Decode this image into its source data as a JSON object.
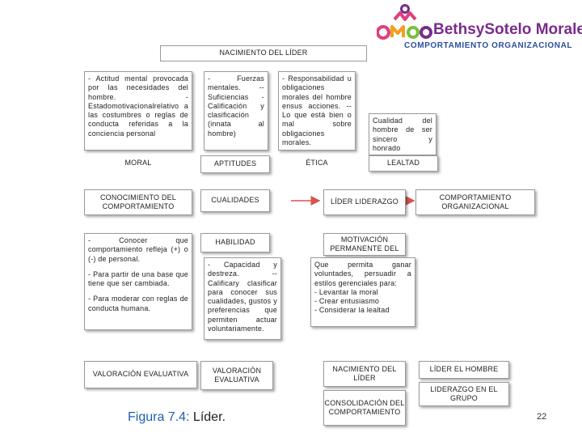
{
  "brand": {
    "name_part1": "Bethsy",
    "name_part2": "Sotelo Morales",
    "subtitle": "COMPORTAMIENTO ORGANIZACIONAL",
    "colors": {
      "purple": "#7a2b8c",
      "pink": "#e0407a",
      "orange": "#f0a020",
      "green": "#7bbf3a",
      "blue": "#2a4ea0"
    }
  },
  "diagram": {
    "title": "NACIMIENTO DEL LÍDER",
    "col1": {
      "desc": "- Actitud mental provocada por las necesidades del hombre. - Estadomotivacionalrelativo a las costumbres o reglas de conducta referidas a la conciencia personal",
      "moral": "MORAL",
      "conocimiento": "CONOCIMIENTO DEL COMPORTAMIENTO",
      "list_item1": "- Conocer que comportamiento refleja (+) o (-) de personal.",
      "list_item2": "- Para partir de una base que tiene que ser cambiada.",
      "list_item3": "- Para moderar con reglas de conducta humana.",
      "valoracion": "VALORACIÓN EVALUATIVA"
    },
    "col2": {
      "desc": "- Fuerzas mentales. --Suficiencias - Calificación y clasificación (innata al hombre)",
      "aptitudes": "APTITUDES",
      "cualidades": "CUALIDADES",
      "habilidad": "HABILIDAD",
      "habilidad_desc": "- Capacidad y destreza. --Calificary clasificar para conocer sus cualidades, gustos y preferencias que permiten actuar voluntariamente.",
      "valoracion": "VALORACIÓN EVALUATIVA"
    },
    "col3": {
      "desc": "- Responsabilidad u obligaciones morales del hombre ensus acciones. --Lo que está bien o mal sobre obligaciones morales.",
      "etica": "ÉTICA",
      "lider_liderazgo": "LÍDER LIDERAZGO",
      "motivacion": "MOTIVACIÓN PERMANENTE DEL",
      "motivacion_desc_intro": "Que permita ganar voluntades, persuadir a estilos gerenciales para:",
      "motivacion_desc_item1": "- Levantar la moral",
      "motivacion_desc_item2": "- Crear entusiasmo",
      "motivacion_desc_item3": "- Considerar la lealtad",
      "nacimiento_lider": "NACIMIENTO DEL LÍDER",
      "consolidacion": "CONSOLIDACIÓN DEL COMPORTAMIENTO"
    },
    "col4": {
      "desc": "Cualidad del hombre de ser sincero y honrado",
      "lealtad": "LEALTAD",
      "comportamiento_org": "COMPORTAMIENTO ORGANIZACIONAL",
      "lider_hombre": "LÍDER EL HOMBRE",
      "liderazgo_grupo": "LIDERAZGO EN EL GRUPO"
    }
  },
  "caption": {
    "label": "Figura 7.4:",
    "text": " Líder."
  },
  "page_number": "22"
}
